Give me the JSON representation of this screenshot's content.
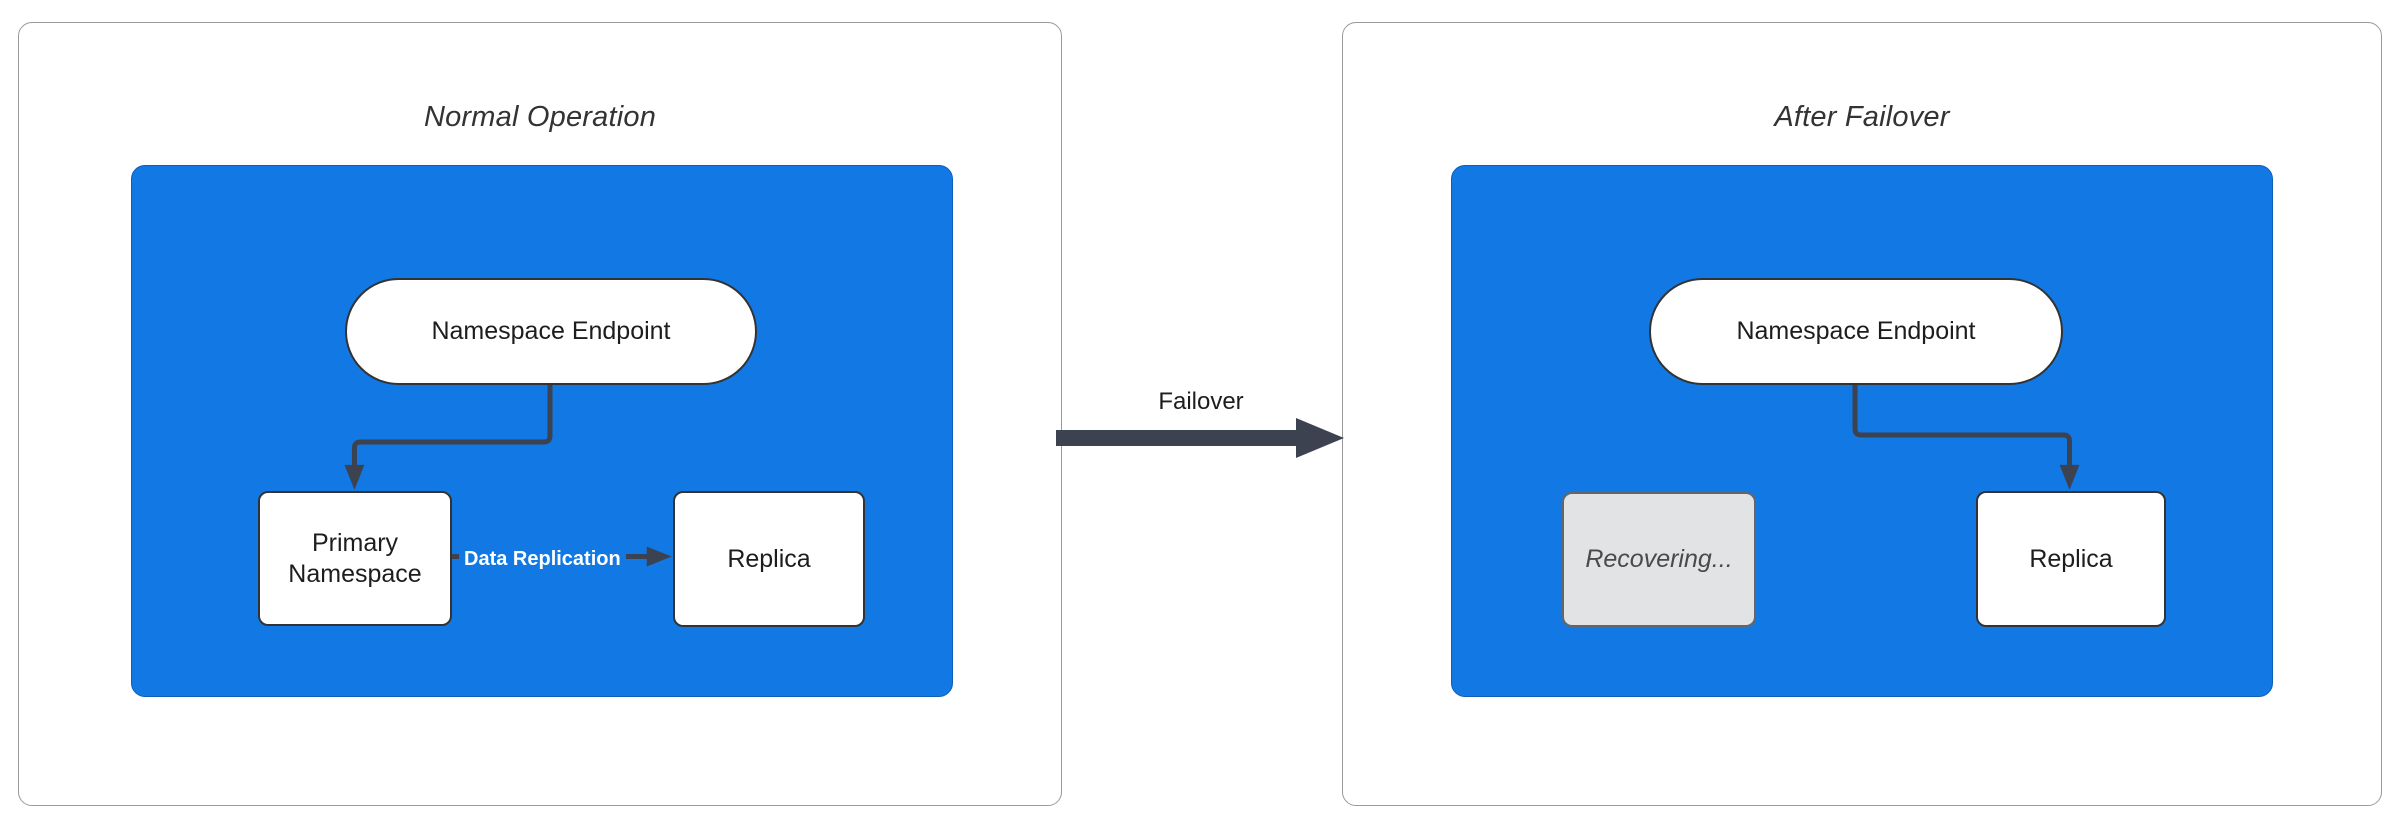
{
  "diagram": {
    "title_hidden": "",
    "colors": {
      "region_blue": "#1278e3",
      "connector": "#3c4250",
      "node_border": "#333333",
      "recovering_fill": "#e1e3e5",
      "panel_border": "#9a9a9a"
    }
  },
  "panels": [
    {
      "id": "normal-operation",
      "title": "Normal Operation",
      "nodes": [
        {
          "id": "namespace-endpoint",
          "label": "Namespace Endpoint",
          "shape": "pill",
          "state": "active"
        },
        {
          "id": "primary-namespace",
          "label": "Primary\nNamespace",
          "line1": "Primary",
          "line2": "Namespace",
          "shape": "box",
          "state": "active"
        },
        {
          "id": "replica",
          "label": "Replica",
          "shape": "box",
          "state": "active"
        }
      ],
      "edges": [
        {
          "from": "namespace-endpoint",
          "to": "primary-namespace",
          "label": ""
        },
        {
          "from": "primary-namespace",
          "to": "replica",
          "label": "Data Replication"
        }
      ]
    },
    {
      "id": "after-failover",
      "title": "After Failover",
      "nodes": [
        {
          "id": "namespace-endpoint",
          "label": "Namespace Endpoint",
          "shape": "pill",
          "state": "active"
        },
        {
          "id": "recovering",
          "label": "Recovering...",
          "shape": "box",
          "state": "recovering"
        },
        {
          "id": "replica",
          "label": "Replica",
          "shape": "box",
          "state": "active"
        }
      ],
      "edges": [
        {
          "from": "namespace-endpoint",
          "to": "replica",
          "label": ""
        }
      ]
    }
  ],
  "transition": {
    "label": "Failover",
    "direction": "left-to-right"
  }
}
